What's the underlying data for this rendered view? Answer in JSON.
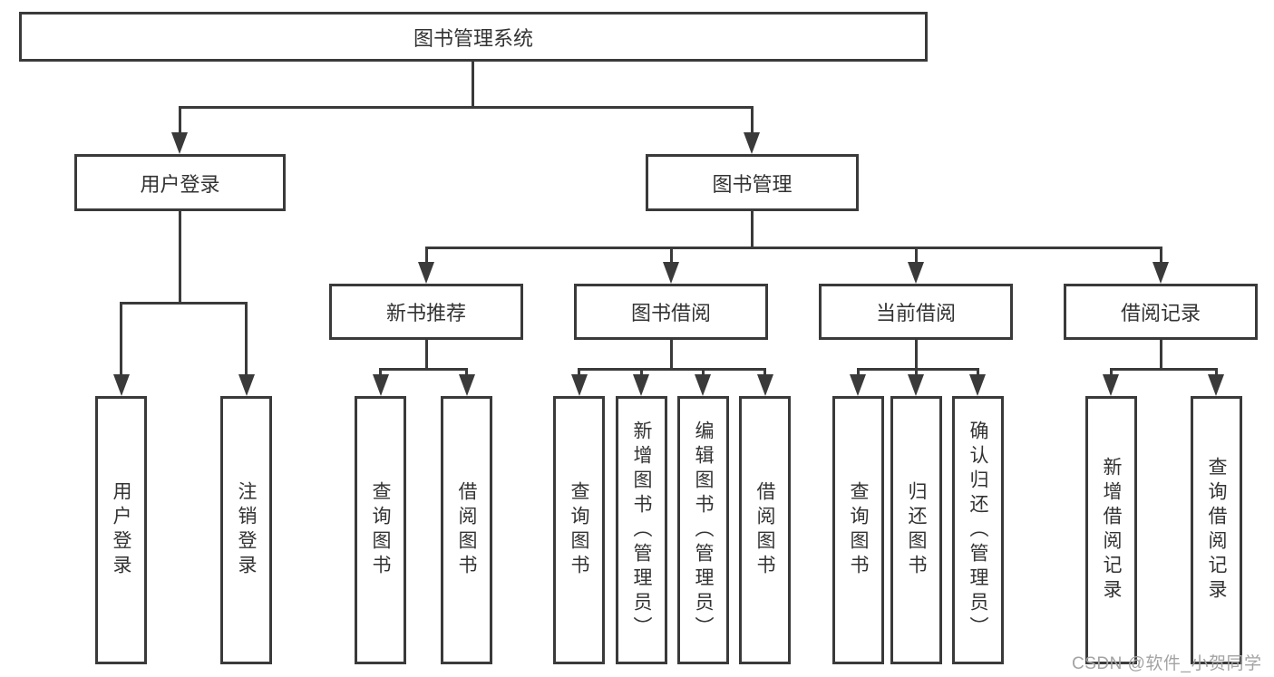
{
  "diagram_type": "hierarchy-tree",
  "tree": {
    "label": "图书管理系统",
    "children": [
      {
        "label": "用户登录",
        "children": [
          {
            "label": "用户登录"
          },
          {
            "label": "注销登录"
          }
        ]
      },
      {
        "label": "图书管理",
        "children": [
          {
            "label": "新书推荐",
            "children": [
              {
                "label": "查询图书"
              },
              {
                "label": "借阅图书"
              }
            ]
          },
          {
            "label": "图书借阅",
            "children": [
              {
                "label": "查询图书"
              },
              {
                "label": "新增图书（管理员）"
              },
              {
                "label": "编辑图书（管理员）"
              },
              {
                "label": "借阅图书"
              }
            ]
          },
          {
            "label": "当前借阅",
            "children": [
              {
                "label": "查询图书"
              },
              {
                "label": "归还图书"
              },
              {
                "label": "确认归还（管理员）"
              }
            ]
          },
          {
            "label": "借阅记录",
            "children": [
              {
                "label": "新增借阅记录"
              },
              {
                "label": "查询借阅记录"
              }
            ]
          }
        ]
      }
    ]
  },
  "watermark": {
    "text": "CSDN @软件_小贺同学"
  },
  "colors": {
    "line": "#3a3a3a",
    "text": "#333333",
    "watermark": "#a3a3a3",
    "background": "#ffffff"
  }
}
